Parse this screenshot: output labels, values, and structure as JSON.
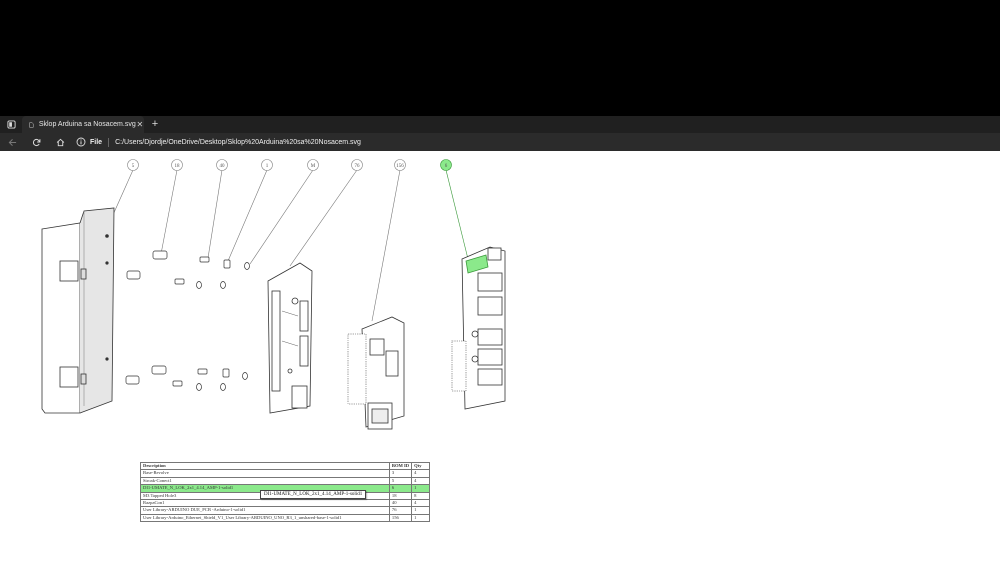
{
  "browser": {
    "tab_title": "Sklop Arduina sa Nosacem.svg",
    "tab_close": "✕",
    "new_tab": "+",
    "scheme_label": "File",
    "address": "C:/Users/Djordje/OneDrive/Desktop/Sklop%20Arduina%20sa%20Nosacem.svg"
  },
  "drawing": {
    "balloons": [
      "5",
      "18",
      "40",
      "1",
      "M",
      "76",
      "156",
      "6"
    ],
    "highlight_color": "#8be98b"
  },
  "bom": {
    "headers": [
      "Description",
      "BOM ID",
      "Qty"
    ],
    "rows": [
      {
        "desc": "Base-Revolve",
        "id": "3",
        "qty": "4",
        "hl": false
      },
      {
        "desc": "Stroak-Conect1",
        "id": "5",
        "qty": "4",
        "hl": false
      },
      {
        "desc": "DI1-UMATE_N_LOK_2x1_4.14_AMP-1-solid1",
        "id": "6",
        "qty": "1",
        "hl": true
      },
      {
        "desc": "M3 Tapped Hole3",
        "id": "18",
        "qty": "8",
        "hl": false
      },
      {
        "desc": "RazpaCon1",
        "id": "40",
        "qty": "4",
        "hl": false
      },
      {
        "desc": "User Library-ARDUINO DUE_PCB -Arduino-1-solid1",
        "id": "76",
        "qty": "1",
        "hl": false
      },
      {
        "desc": "User Library-Arduino_Ethernet_Shield_V1_User Library-ARDUINO_UNO_R3_1_unshared-base-1-solid1",
        "id": "156",
        "qty": "1",
        "hl": false
      }
    ]
  },
  "tooltip": "DI1-UMATE_N_LOK_2x1_4.14_AMP-1-solid1"
}
